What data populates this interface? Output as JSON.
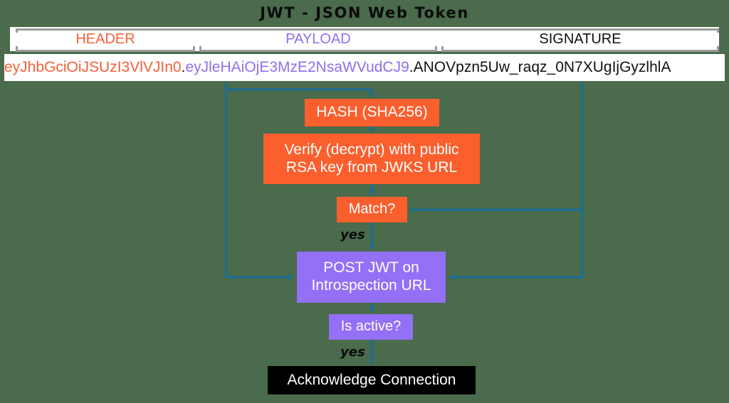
{
  "page": {
    "title": "JWT - JSON Web Token",
    "background_color": "#4a6b4c"
  },
  "colors": {
    "header_accent": "#f4603a",
    "payload_accent": "#8f6ff0",
    "signature_accent": "#111111",
    "node_orange": "#fb5f2d",
    "node_purple": "#9370f5",
    "node_black": "#000000",
    "connector": "#1b6e94",
    "bracket": "#9b9b9b",
    "strip_background": "#ffffff"
  },
  "token": {
    "segments": [
      {
        "name": "header",
        "label": "HEADER",
        "value": "eyJhbGciOiJSUzI3VlVJIn0",
        "color": "#f4603a"
      },
      {
        "name": "payload",
        "label": "PAYLOAD",
        "value": "eyJleHAiOjE3MzE2NsaWVudCJ9",
        "color": "#8f6ff0"
      },
      {
        "name": "signature",
        "label": "SIGNATURE",
        "value": "ANOVpzn5Uw_raqz_0N7XUgIjGyzlhlA",
        "color": "#111111"
      }
    ],
    "separator": "."
  },
  "flow": {
    "nodes": [
      {
        "id": "hash",
        "label": "HASH (SHA256)",
        "style": "orange"
      },
      {
        "id": "verify",
        "label": "Verify (decrypt) with public RSA key from JWKS URL",
        "style": "orange"
      },
      {
        "id": "match",
        "label": "Match?",
        "style": "orange"
      },
      {
        "id": "post",
        "label": "POST JWT on Introspection URL",
        "style": "purple"
      },
      {
        "id": "active",
        "label": "Is active?",
        "style": "purple"
      },
      {
        "id": "ack",
        "label": "Acknowledge Connection",
        "style": "black"
      }
    ],
    "edge_labels": [
      {
        "id": "yes-match",
        "text": "yes"
      },
      {
        "id": "yes-active",
        "text": "yes"
      }
    ]
  }
}
